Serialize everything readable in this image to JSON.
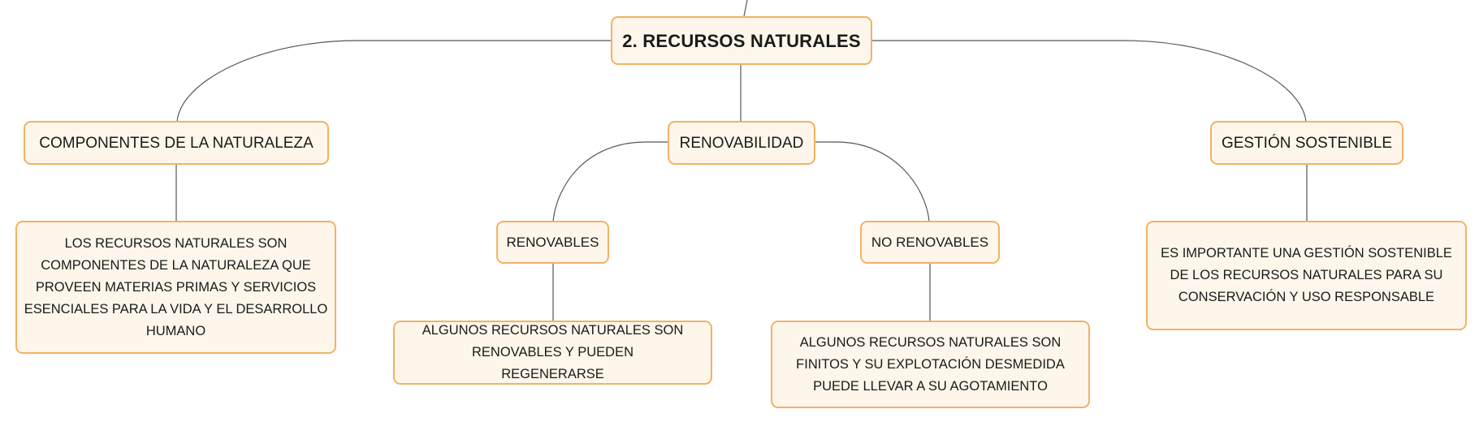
{
  "diagram": {
    "root": "2. RECURSOS NATURALES",
    "branches": [
      {
        "label": "COMPONENTES DE LA NATURALEZA",
        "detail": "LOS RECURSOS NATURALES SON COMPONENTES DE LA NATURALEZA QUE PROVEEN MATERIAS PRIMAS Y SERVICIOS ESENCIALES PARA LA VIDA Y EL DESARROLLO HUMANO"
      },
      {
        "label": "RENOVABILIDAD",
        "children": [
          {
            "label": "RENOVABLES",
            "detail": "ALGUNOS RECURSOS NATURALES SON RENOVABLES Y PUEDEN REGENERARSE"
          },
          {
            "label": "NO RENOVABLES",
            "detail": "ALGUNOS RECURSOS NATURALES SON FINITOS Y SU EXPLOTACIÓN DESMEDIDA PUEDE LLEVAR A SU AGOTAMIENTO"
          }
        ]
      },
      {
        "label": "GESTIÓN SOSTENIBLE",
        "detail": "ES IMPORTANTE UNA GESTIÓN SOSTENIBLE DE LOS RECURSOS NATURALES PARA SU CONSERVACIÓN Y USO RESPONSABLE"
      }
    ]
  },
  "colors": {
    "node_fill": "#fef6ea",
    "node_border": "#f2b264",
    "connector": "#555555"
  }
}
